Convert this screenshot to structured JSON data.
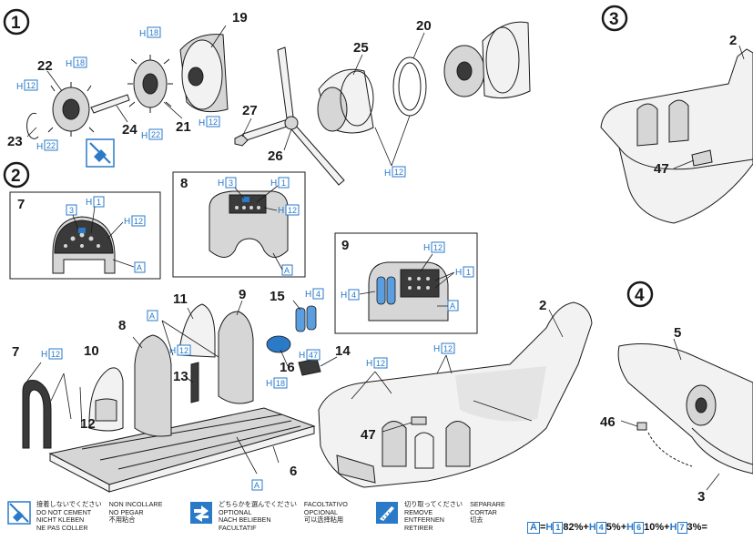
{
  "steps": [
    "1",
    "2",
    "3",
    "4"
  ],
  "parts": {
    "p2a": "2",
    "p2b": "2",
    "p3": "3",
    "p5": "5",
    "p6": "6",
    "p7": "7",
    "p8": "8",
    "p9": "9",
    "p10": "10",
    "p11": "11",
    "p12": "12",
    "p13": "13",
    "p14": "14",
    "p15": "15",
    "p16": "16",
    "p19": "19",
    "p20": "20",
    "p21": "21",
    "p22": "22",
    "p23": "23",
    "p24": "24",
    "p25": "25",
    "p26": "26",
    "p27": "27",
    "p46": "46",
    "p47a": "47",
    "p47b": "47"
  },
  "details": {
    "d7": {
      "title": "7",
      "marks": [
        "H",
        "1",
        "3",
        "H",
        "12",
        "A"
      ]
    },
    "d8": {
      "title": "8",
      "marks": [
        "H",
        "3",
        "H",
        "1",
        "H",
        "12",
        "A"
      ]
    },
    "d9": {
      "title": "9",
      "marks": [
        "H",
        "12",
        "H",
        "1",
        "H",
        "4",
        "A"
      ]
    }
  },
  "color_codes": {
    "h18a": "18",
    "h12a": "12",
    "h22a": "22",
    "h18b": "18",
    "h22b": "22",
    "h12b": "12",
    "h12c": "12",
    "h12d": "12",
    "h4": "4",
    "h47": "47",
    "h18c": "18",
    "h12e": "12",
    "h12f": "12"
  },
  "a_marks": [
    "A",
    "A",
    "A",
    "A",
    "A",
    "A"
  ],
  "legend": {
    "no_cement": [
      "接着しないでください",
      "DO NOT CEMENT",
      "NICHT KLEBEN",
      "NE PAS COLLER"
    ],
    "no_cement_2": [
      "NON INCOLLARE",
      "NO PEGAR",
      "不用粘合"
    ],
    "optional": [
      "どちらかを選んでください",
      "OPTIONAL",
      "NACH BELIEBEN",
      "FACULTATIF"
    ],
    "optional_2": [
      "FACOLTATIVO",
      "OPCIONAL",
      "可以选择粘用"
    ],
    "remove": [
      "切り取ってください",
      "REMOVE",
      "ENTFERNEN",
      "RETIRER"
    ],
    "remove_2": [
      "SEPARARE",
      "CORTAR",
      "切去"
    ]
  },
  "formula": {
    "a": "A",
    "eq": "=",
    "h1": "H",
    "n1": "1",
    "p1": "82%",
    "plus1": "+",
    "h4": "H",
    "n4": "4",
    "p4": "5%",
    "plus2": "+",
    "h6": "H",
    "n6": "6",
    "p6": "10%",
    "plus3": "+",
    "h7": "H",
    "n7": "7",
    "p7": "3%",
    "end": "="
  },
  "colors": {
    "ink": "#1a1a1a",
    "accent": "#2a7ac8",
    "panel": "#d8d8d8",
    "dark": "#3a3a3a"
  }
}
